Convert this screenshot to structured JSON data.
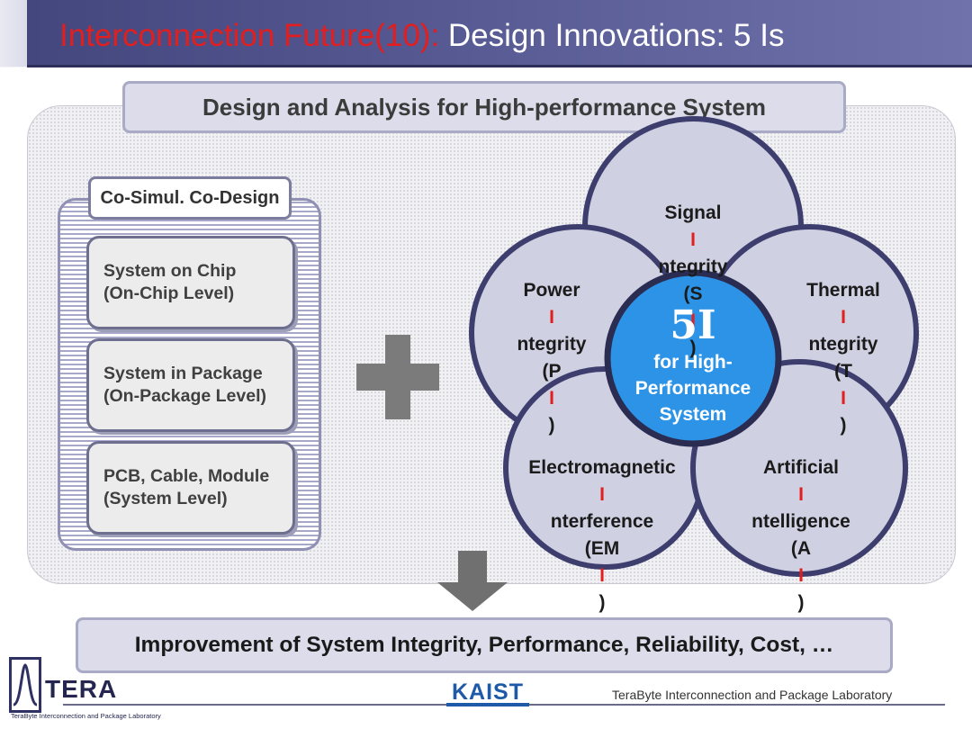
{
  "header": {
    "title_red": "Interconnection Future(10):",
    "title_white": " Design Innovations: 5 Is"
  },
  "top_banner": "Design and Analysis for High-performance System",
  "left_panel": {
    "header": "Co-Simul. Co-Design",
    "levels": [
      {
        "line1": "System on Chip",
        "line2": "(On-Chip Level)"
      },
      {
        "line1": "System in Package",
        "line2": "(On-Package Level)"
      },
      {
        "line1": "PCB, Cable, Module",
        "line2": "(System Level)"
      }
    ]
  },
  "circles": {
    "signal": {
      "w1": "Signal ",
      "i": "I",
      "w2": "ntegrity",
      "a1": "(S",
      "ai": "I",
      "a2": ")"
    },
    "power": {
      "line1": "Power",
      "i": "I",
      "w2": "ntegrity",
      "a1": "(P",
      "ai": "I",
      "a2": ")"
    },
    "thermal": {
      "line1": "Thermal",
      "i": "I",
      "w2": "ntegrity",
      "a1": "(T",
      "ai": "I",
      "a2": ")"
    },
    "emi": {
      "line1": "Electromagnetic",
      "i": "I",
      "w2": "nterference",
      "a1": "(EM",
      "ai": "I",
      "a2": ")"
    },
    "ai": {
      "line1": "Artificial",
      "i": "I",
      "w2": "ntelligence",
      "a1": "(A",
      "ai": "I",
      "a2": ")"
    }
  },
  "center": {
    "big": "5I",
    "line1": "for High-",
    "line2": "Performance",
    "line3": "System"
  },
  "bottom_banner": "Improvement of System Integrity, Performance, Reliability, Cost, …",
  "footer": {
    "logo_text": "TERA",
    "logo_sub": "TeraByte Interconnection and Package Laboratory",
    "kaist": "KAIST",
    "lab_name": "TeraByte Interconnection and Package Laboratory"
  },
  "colors": {
    "header_bar": "#4f5289",
    "title_red": "#e21e1e",
    "circle_fill": "#cfd0e1",
    "circle_stroke": "#3d3e6e",
    "center_fill": "#2c93e6"
  }
}
